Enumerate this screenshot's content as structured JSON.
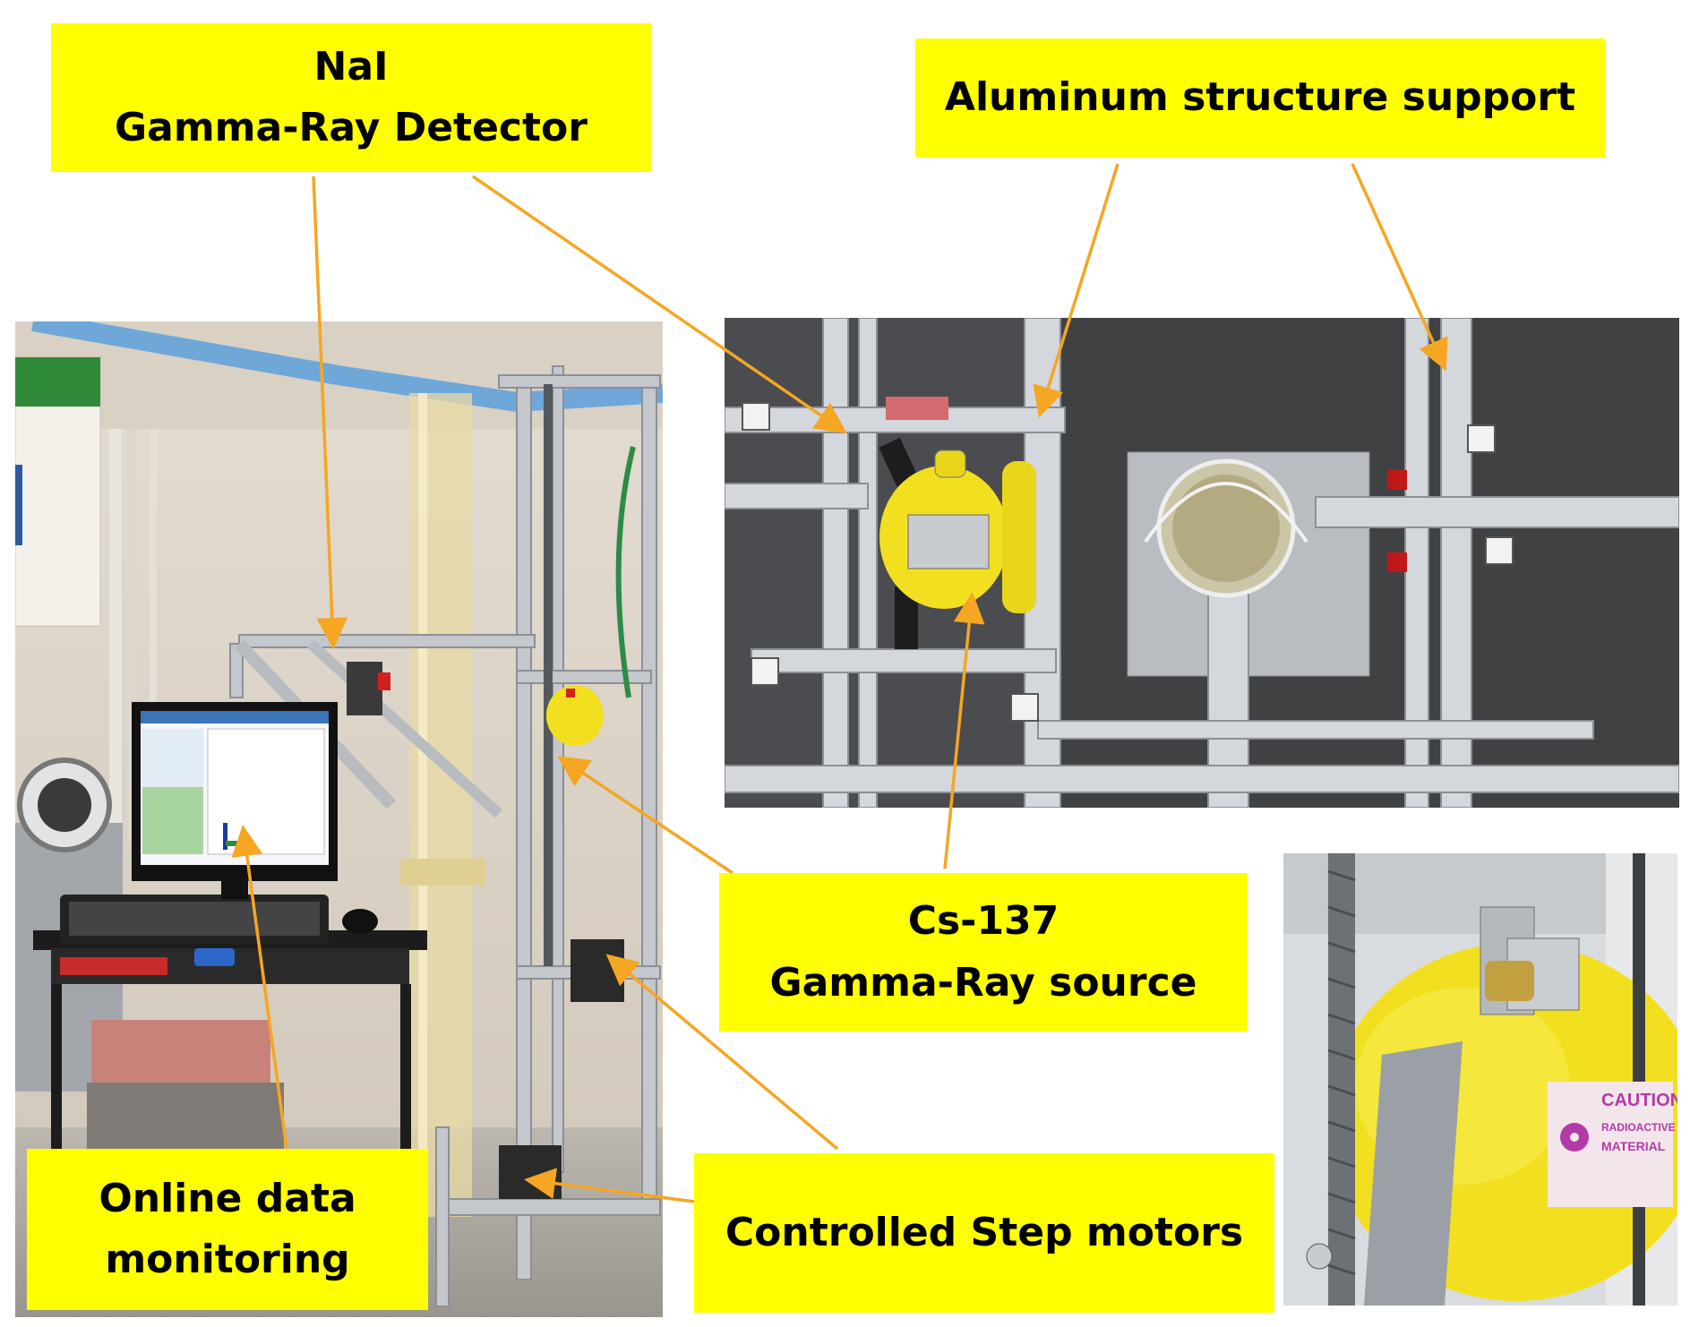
{
  "labels": {
    "nai_detector": {
      "line1": "NaI",
      "line2": "Gamma-Ray Detector"
    },
    "aluminum_support": {
      "line1": "Aluminum structure support"
    },
    "cs137_source": {
      "line1": "Cs-137",
      "line2": "Gamma-Ray source"
    },
    "online_monitoring": {
      "line1": "Online data",
      "line2": "monitoring"
    },
    "step_motors": {
      "line1": "Controlled Step motors"
    }
  },
  "caution_label": {
    "line1": "CAUTION",
    "line2": "RADIOACTIVE",
    "line3": "MATERIAL"
  },
  "colors": {
    "label_bg": "#ffff00",
    "arrow": "#f5a623",
    "source_yellow": "#f2e020",
    "aluminum": "#c9cdd2",
    "dark_background": "#3f4143"
  }
}
